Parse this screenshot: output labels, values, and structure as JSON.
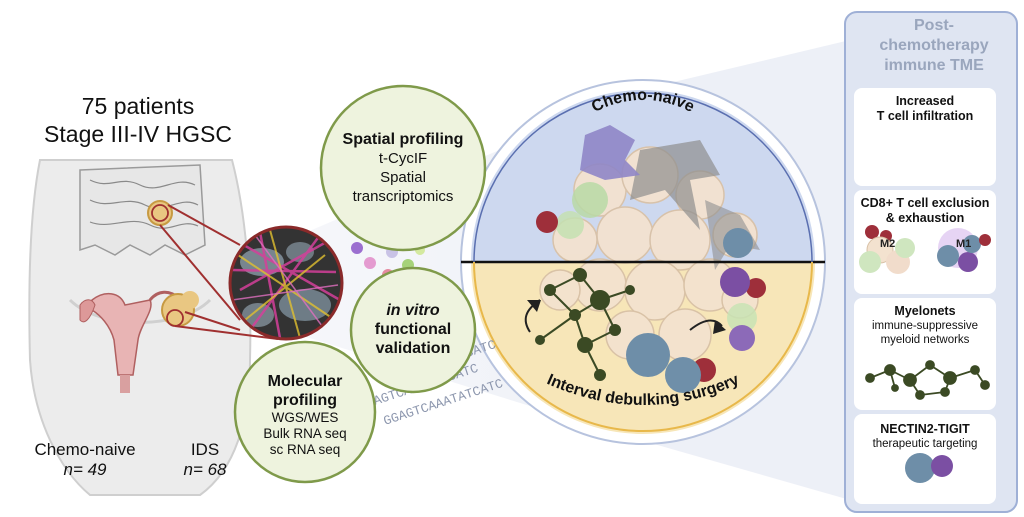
{
  "cohort": {
    "title_line1": "75 patients",
    "title_line2": "Stage III-IV HGSC"
  },
  "groups": [
    {
      "label": "Chemo-naive",
      "n": "n= 49"
    },
    {
      "label": "IDS",
      "n": "n= 68"
    }
  ],
  "spatial_profiling": {
    "title": "Spatial profiling",
    "items": [
      "t-CycIF",
      "Spatial",
      "transcriptomics"
    ]
  },
  "in_vitro": {
    "line1": "in vitro",
    "line2": "functional",
    "line3": "validation"
  },
  "molecular_profiling": {
    "title_line1": "Molecular",
    "title_line2": "profiling",
    "items": [
      "WGS/WES",
      "Bulk RNA seq",
      "sc RNA seq"
    ]
  },
  "dna_text": {
    "line1": "CTCATC",
    "line2": "AGTCAAATATCATC",
    "line3": "GGAGTCAAATATCATC"
  },
  "circle": {
    "top_label": "Chemo-naive",
    "bottom_label": "Interval debulking surgery"
  },
  "panel": {
    "title_line1": "Post-",
    "title_line2": "chemotherapy",
    "title_line3": "immune TME",
    "cards": [
      {
        "title_line1": "Increased",
        "title_line2": "T cell infiltration"
      },
      {
        "title_line1": "CD8+ T cell exclusion",
        "title_line2": "& exhaustion",
        "m2": "M2",
        "m1": "M1"
      },
      {
        "title": "Myelonets",
        "sub_line1": "immune-suppressive",
        "sub_line2": "myeloid networks"
      },
      {
        "title": "NECTIN2-TIGIT",
        "sub": "therapeutic targeting"
      }
    ]
  },
  "colors": {
    "bubble_fill": "#eef3de",
    "bubble_border": "#7f9a4a",
    "circle_top": "#cdd8ef",
    "circle_bottom": "#f7e6b8",
    "circle_ring": "#e8b84a",
    "panel_fill": "#dfe5f2",
    "panel_border": "#9fb0d6",
    "tumor_cell": "#f3e2cf",
    "t_cell": "#9e2f3a",
    "macrophage": "#6e8ea8",
    "myeloid_node": "#3b4a24",
    "fibroblast": "#8f8f8f"
  }
}
